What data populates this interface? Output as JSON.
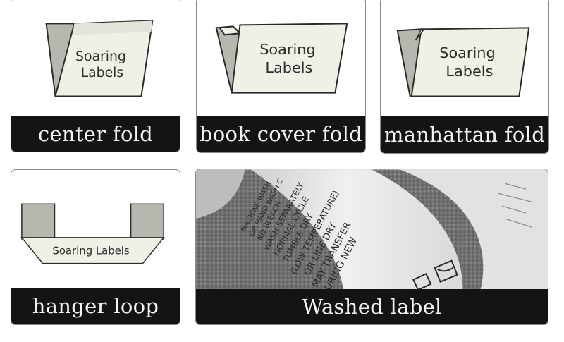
{
  "brand_text": "Soaring Labels",
  "brand_line1": "Soaring",
  "brand_line2": "Labels",
  "cards": [
    {
      "caption": "center fold"
    },
    {
      "caption": "book cover fold"
    },
    {
      "caption": "manhattan fold"
    },
    {
      "caption": "hanger loop"
    },
    {
      "caption": "Washed label"
    }
  ],
  "care_label_lines": [
    "MACHINE WASH",
    "OR HAND WASH C",
    "NO BLEACH",
    "WASH SEPARATELY",
    "NORMAL CYCLE",
    "TUMBLE DRY",
    "(LOW TEMPERATURE)",
    "OR LINE DRY",
    "MAY TRANSFER",
    "DURING NEW"
  ],
  "colors": {
    "caption_bg": "#141414",
    "caption_text": "#f4f4f4",
    "label_face": "#f1f0e6",
    "label_fold": "#b7b7b0",
    "photo_bg": "#6d6d6d"
  }
}
